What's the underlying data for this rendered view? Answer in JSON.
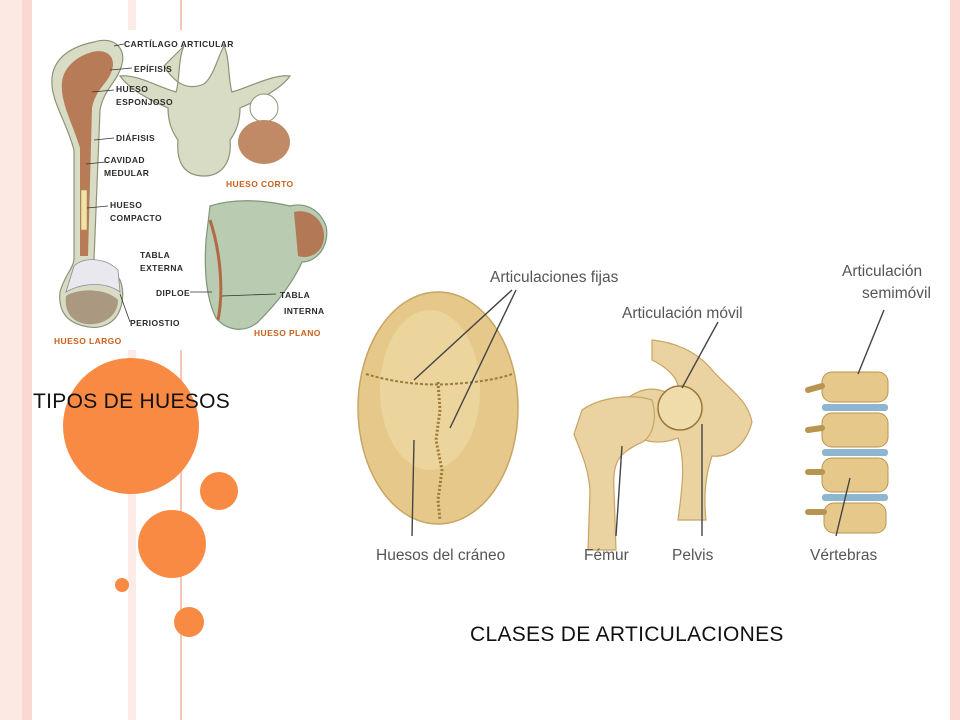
{
  "slide": {
    "title_bones": "TIPOS DE HUESOS",
    "title_joints": "CLASES DE ARTICULACIONES"
  },
  "colors": {
    "accent_orange": "#f98a44",
    "stripe_pink": "#fbd9d2",
    "bone_fill": "#d8dcc4",
    "marrow_brown": "#b26a45",
    "skull_fill": "#e6c98a",
    "disc_blue": "#8fb6d1"
  },
  "bones_figure": {
    "labels": {
      "cartilago": "CARTÍLAGO ARTICULAR",
      "epifisis": "EPÍFISIS",
      "hueso_esponjoso_1": "HUESO",
      "hueso_esponjoso_2": "ESPONJOSO",
      "diafisis": "DIÁFISIS",
      "cavidad_1": "CAVIDAD",
      "cavidad_2": "MEDULAR",
      "compacto_1": "HUESO",
      "compacto_2": "COMPACTO",
      "tabla_externa_1": "TABLA",
      "tabla_externa_2": "EXTERNA",
      "diploe": "DIPLOE",
      "tabla_interna_1": "TABLA",
      "tabla_interna_2": "INTERNA",
      "periostio": "PERIOSTIO",
      "hueso_corto": "HUESO CORTO",
      "hueso_plano": "HUESO PLANO",
      "hueso_largo": "HUESO LARGO"
    }
  },
  "joints_figure": {
    "labels": {
      "fijas": "Articulaciones fijas",
      "movil": "Articulación móvil",
      "semimovil_1": "Articulación",
      "semimovil_2": "semimóvil",
      "craneo": "Huesos del cráneo",
      "femur": "Fémur",
      "pelvis": "Pelvis",
      "vertebras": "Vértebras"
    }
  }
}
